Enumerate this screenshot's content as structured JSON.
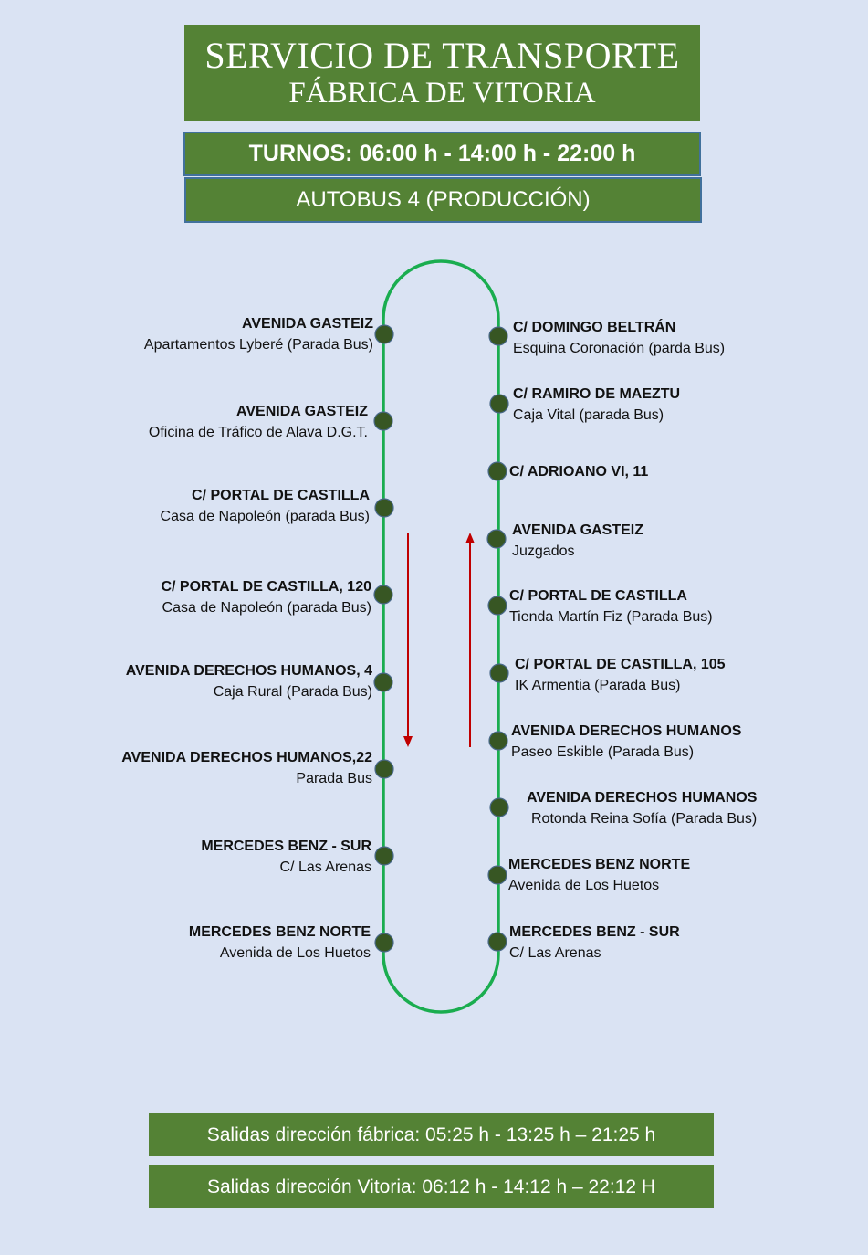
{
  "header": {
    "title_line1": "SERVICIO DE TRANSPORTE",
    "title_line2": "FÁBRICA DE VITORIA",
    "shifts": "TURNOS:  06:00 h - 14:00 h -  22:00 h",
    "bus": "AUTOBUS 4 (PRODUCCIÓN)"
  },
  "colors": {
    "background": "#dae3f3",
    "box_fill": "#548235",
    "box_border": "#41719c",
    "route_line": "#1aad4f",
    "stop_dot": "#375623",
    "direction_arrow": "#c00000"
  },
  "route": {
    "left_column_direction": "down",
    "right_column_direction": "up",
    "left_stops": [
      {
        "name": "AVENIDA GASTEIZ",
        "desc": "Apartamentos Lyberé (Parada Bus)"
      },
      {
        "name": "AVENIDA GASTEIZ",
        "desc": "Oficina de Tráfico de Alava D.G.T."
      },
      {
        "name": "C/ PORTAL DE CASTILLA",
        "desc": "Casa de Napoleón (parada Bus)"
      },
      {
        "name": "C/ PORTAL DE CASTILLA, 120",
        "desc": "Casa de Napoleón (parada Bus)"
      },
      {
        "name": "AVENIDA DERECHOS HUMANOS, 4",
        "desc": "Caja Rural (Parada Bus)"
      },
      {
        "name": "AVENIDA DERECHOS HUMANOS,22",
        "desc": "Parada Bus"
      },
      {
        "name": "MERCEDES BENZ - SUR",
        "desc": "C/ Las Arenas"
      },
      {
        "name": "MERCEDES BENZ NORTE",
        "desc": "Avenida de Los Huetos"
      }
    ],
    "right_stops": [
      {
        "name": "C/ DOMINGO BELTRÁN",
        "desc": "Esquina Coronación (parda Bus)"
      },
      {
        "name": "C/ RAMIRO DE MAEZTU",
        "desc": "Caja Vital (parada Bus)"
      },
      {
        "name": "C/ ADRIOANO VI, 11",
        "desc": ""
      },
      {
        "name": "AVENIDA GASTEIZ",
        "desc": "Juzgados"
      },
      {
        "name": "C/ PORTAL DE CASTILLA",
        "desc": "Tienda Martín Fiz (Parada Bus)"
      },
      {
        "name": "C/ PORTAL DE CASTILLA, 105",
        "desc": "IK Armentia (Parada Bus)"
      },
      {
        "name": "AVENIDA DERECHOS HUMANOS",
        "desc": "Paseo Eskible (Parada Bus)"
      },
      {
        "name": "AVENIDA DERECHOS HUMANOS",
        "desc": "Rotonda Reina Sofía (Parada Bus)"
      },
      {
        "name": "MERCEDES BENZ NORTE",
        "desc": "Avenida de Los Huetos"
      },
      {
        "name": "MERCEDES BENZ - SUR",
        "desc": "C/ Las Arenas"
      }
    ]
  },
  "departures": {
    "to_factory": "Salidas dirección fábrica: 05:25 h  - 13:25 h – 21:25 h",
    "to_vitoria": "Salidas dirección Vitoria: 06:12 h  - 14:12 h – 22:12 H"
  }
}
